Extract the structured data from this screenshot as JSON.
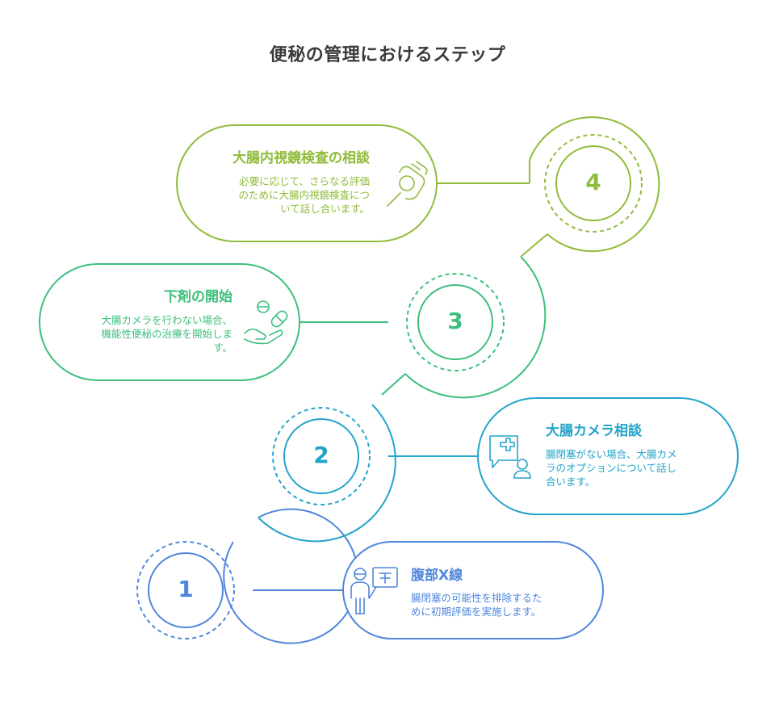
{
  "title": "便秘の管理におけるステップ",
  "colors": {
    "step1": "#4f86dc",
    "step2": "#23a4c9",
    "step3": "#3cbf7c",
    "step4": "#8fbc3a",
    "title": "#3b3b3b"
  },
  "steps": [
    {
      "number": "1",
      "title": "腹部X線",
      "description": [
        "腸閉塞の可能性を排除するた",
        "めに初期評価を実施します。"
      ],
      "icon": "doctor-xray-icon"
    },
    {
      "number": "2",
      "title": "大腸カメラ相談",
      "description": [
        "腸閉塞がない場合、大腸カメ",
        "ラのオプションについて話し",
        "合います。"
      ],
      "icon": "medical-consultation-icon"
    },
    {
      "number": "3",
      "title": "下剤の開始",
      "description": [
        "大腸カメラを行わない場合、",
        "機能性便秘の治療を開始しま",
        "す。"
      ],
      "icon": "hand-pills-icon"
    },
    {
      "number": "4",
      "title": "大腸内視鏡検査の相談",
      "description": [
        "必要に応じて、さらなる評価",
        "のために大腸内視鏡検査につ",
        "いて話し合います。"
      ],
      "icon": "hand-ok-icon"
    }
  ]
}
